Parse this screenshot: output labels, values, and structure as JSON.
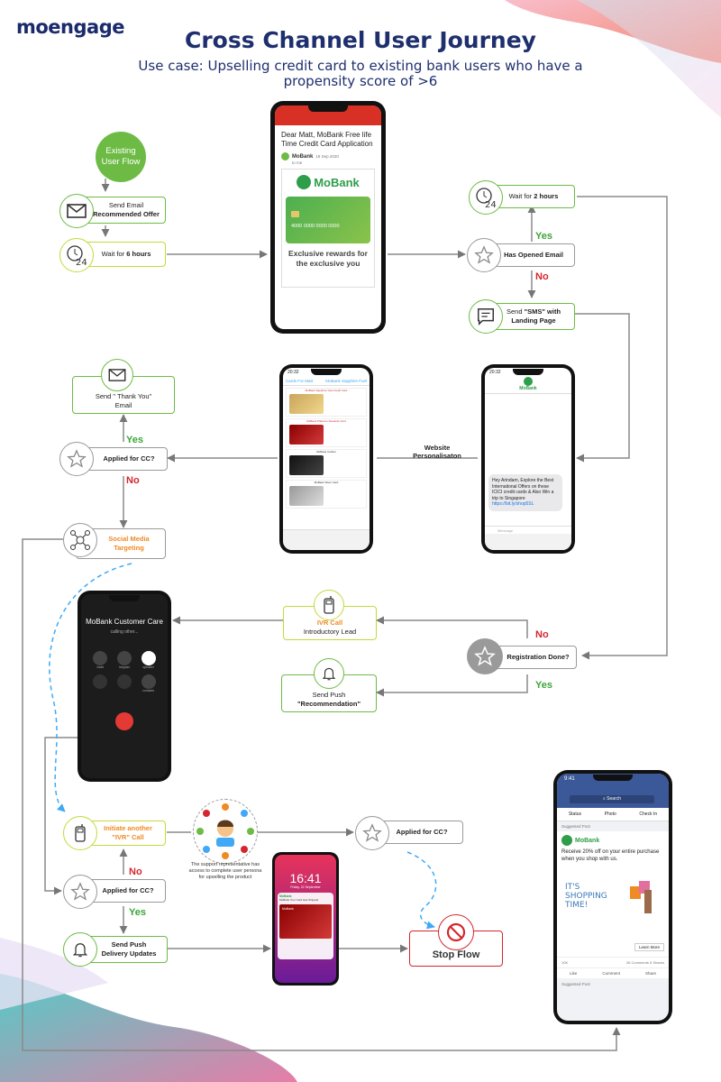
{
  "brand": "moengage",
  "title": "Cross Channel User Journey",
  "subtitle": "Use case: Upselling credit card to existing bank users who have a propensity score of >6",
  "nodes": {
    "start": "Existing User Flow",
    "send_email_1": "Send Email",
    "send_email_2": "Recommended Offer",
    "wait6_1": "Wait for ",
    "wait6_2": "6 hours",
    "wait2_1": "Wait for ",
    "wait2_2": "2 hours",
    "opened_email": "Has Opened Email",
    "send_sms_1": "Send ",
    "send_sms_2": "\"SMS\" with",
    "send_sms_3": "Landing Page",
    "thank_you": "Send \" Thank You\" Email",
    "applied_cc_1": "Applied for CC?",
    "social_1": "Social Media",
    "social_2": "Targeting",
    "website_1": "Website",
    "website_2": "Personalisaton",
    "ivr_1": "IVR Call",
    "ivr_2": "Introductory Lead",
    "registration": "Registration Done?",
    "push_rec_1": "Send Push",
    "push_rec_2": "\"Recommendation\"",
    "initiate_ivr_1": "Initiate another",
    "initiate_ivr_2": "\"IVR\" Call",
    "support_note": "The support representative has access to complete user persona for upselling the product",
    "applied_cc_2": "Applied for CC?",
    "applied_cc_3": "Applied for CC?",
    "push_delivery_1": "Send Push",
    "push_delivery_2": "Delivery Updates",
    "stop_flow": "Stop Flow"
  },
  "edges": {
    "yes": "Yes",
    "no": "No"
  },
  "email_phone": {
    "subject": "Dear Matt, MoBank Free life Time Credit Card Application",
    "sender": "MoBank",
    "date": "18 Sep 2020",
    "to": "to me",
    "logo": "MoBank",
    "card_number": "4000 0000 0000 0000",
    "tagline": "Exclusive rewards for the exclusive you"
  },
  "web_phone": {
    "time": "20:32",
    "tab1": "Cards For Matt",
    "tab2": "MoBank Sapphire Fuel",
    "card1_title": "MoBank Sapphire Visa Credit Card",
    "card2_title": "MoBank Platinum Rewards Card",
    "card3_title": "MoBank Carbon",
    "card4_title": "MoBank Silver Card"
  },
  "sms_phone": {
    "time": "20:32",
    "contact": "MoBank",
    "message": "Hey Arindam, Explore the  Best International Offers on these ICICI credit cards & Also  Win a trip to Singapore",
    "link": "https://bit.ly/shop5SL",
    "input_placeholder": "iMessage"
  },
  "call_phone": {
    "caller": "MoBank Customer Care",
    "status": "calling other...",
    "btn_mute": "mute",
    "btn_keypad": "keypad",
    "btn_speaker": "speaker",
    "btn_contacts": "contacts"
  },
  "lock_phone": {
    "time": "16:41",
    "date": "Friday, 22 September",
    "app": "MoBank",
    "notif": "MoBank Your Card Has Shipped",
    "card_text": "MoBank"
  },
  "fb_phone": {
    "time": "9:41",
    "search": "Search",
    "tab_status": "Status",
    "tab_photo": "Photo",
    "tab_checkin": "Check In",
    "suggested": "Suggested Post",
    "page": "MoBank",
    "post_text": "Receive 20% off on your entire purchase when you shop with us.",
    "ad_line1": "IT'S",
    "ad_line2": "SHOPPING",
    "ad_line3": "TIME!",
    "cta": "Learn More",
    "reactions": "10K",
    "comments": "26 Comments",
    "shares": "5 Shares",
    "like": "Like",
    "comment": "Comment",
    "share": "Share",
    "suggested2": "Suggested Post"
  },
  "colors": {
    "navy": "#1e2f6e",
    "green": "#6dbb45",
    "yellow_green": "#c5d93a",
    "red": "#d4262e",
    "orange": "#f08a24",
    "gray": "#9a9a9a",
    "blue_dashed": "#3fa9f5"
  }
}
